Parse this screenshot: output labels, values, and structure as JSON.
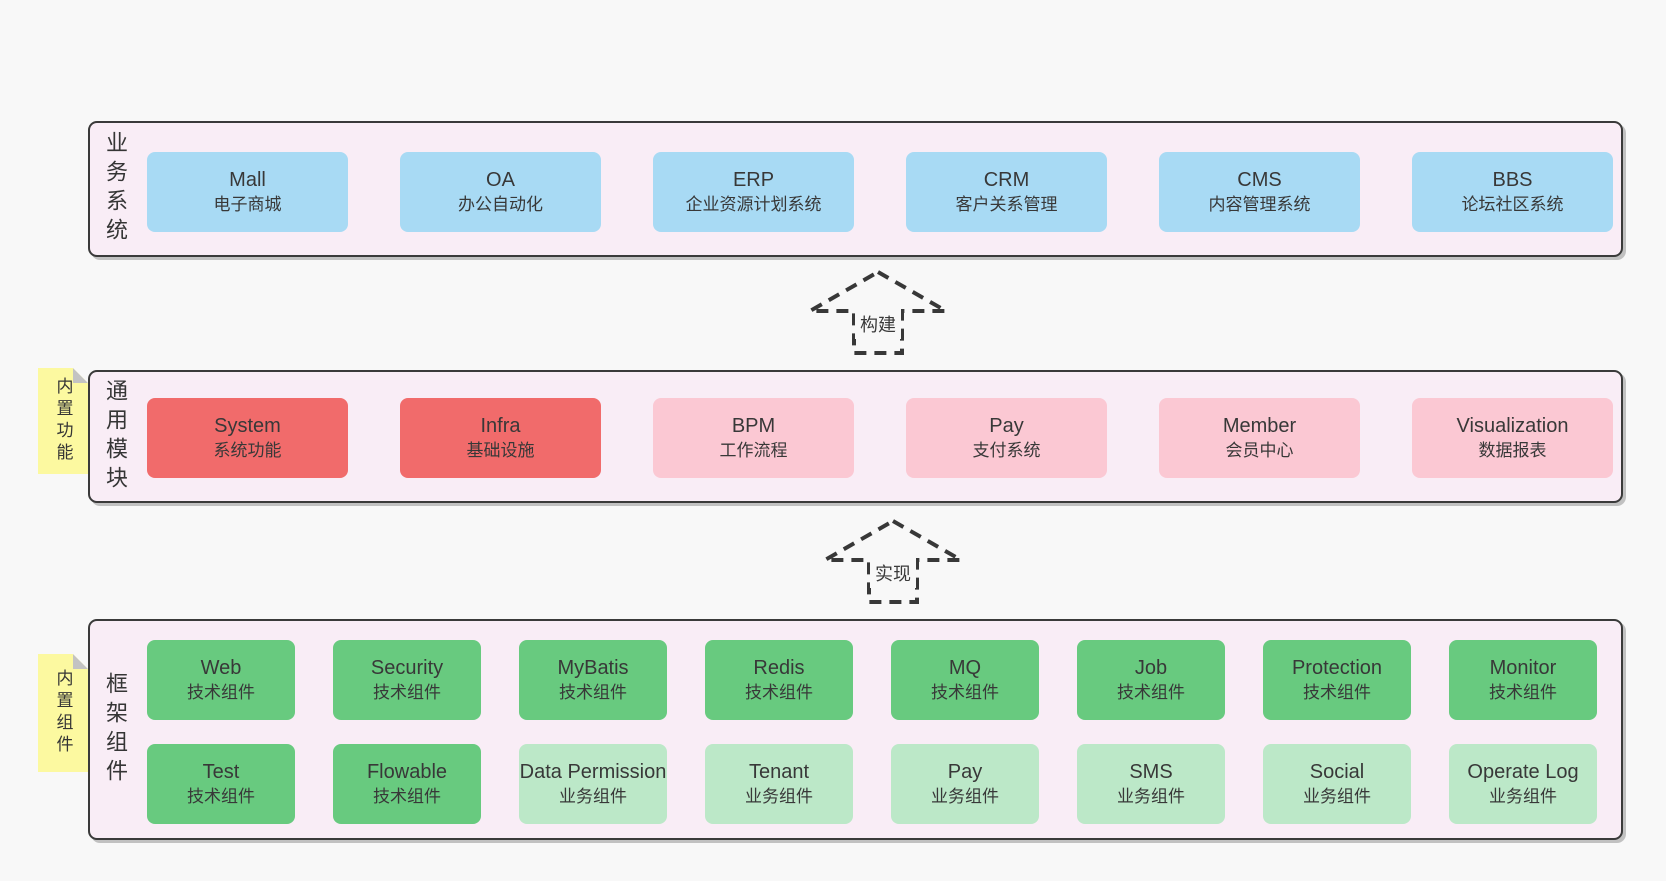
{
  "colors": {
    "blue": "#a8daf4",
    "red": "#f16b6b",
    "pink": "#fbc8d3",
    "green": "#68ca7f",
    "greenLight": "#bce8c8",
    "panelBg": "#f9edf6",
    "stickyYellow": "#fcf9a0",
    "pageBg": "#f8f8f8",
    "ink": "#383838"
  },
  "arrows": [
    {
      "label": "构建"
    },
    {
      "label": "实现"
    }
  ],
  "layers": [
    {
      "label": "业务系统",
      "rows": [
        [
          {
            "en": "Mall",
            "zh": "电子商城",
            "color": "blue"
          },
          {
            "en": "OA",
            "zh": "办公自动化",
            "color": "blue"
          },
          {
            "en": "ERP",
            "zh": "企业资源计划系统",
            "color": "blue"
          },
          {
            "en": "CRM",
            "zh": "客户关系管理",
            "color": "blue"
          },
          {
            "en": "CMS",
            "zh": "内容管理系统",
            "color": "blue"
          },
          {
            "en": "BBS",
            "zh": "论坛社区系统",
            "color": "blue"
          }
        ]
      ]
    },
    {
      "label": "通用模块",
      "tag": "内置功能",
      "rows": [
        [
          {
            "en": "System",
            "zh": "系统功能",
            "color": "red"
          },
          {
            "en": "Infra",
            "zh": "基础设施",
            "color": "red"
          },
          {
            "en": "BPM",
            "zh": "工作流程",
            "color": "pink"
          },
          {
            "en": "Pay",
            "zh": "支付系统",
            "color": "pink"
          },
          {
            "en": "Member",
            "zh": "会员中心",
            "color": "pink"
          },
          {
            "en": "Visualization",
            "zh": "数据报表",
            "color": "pink"
          }
        ]
      ]
    },
    {
      "label": "框架组件",
      "tag": "内置组件",
      "rows": [
        [
          {
            "en": "Web",
            "zh": "技术组件",
            "color": "green"
          },
          {
            "en": "Security",
            "zh": "技术组件",
            "color": "green"
          },
          {
            "en": "MyBatis",
            "zh": "技术组件",
            "color": "green"
          },
          {
            "en": "Redis",
            "zh": "技术组件",
            "color": "green"
          },
          {
            "en": "MQ",
            "zh": "技术组件",
            "color": "green"
          },
          {
            "en": "Job",
            "zh": "技术组件",
            "color": "green"
          },
          {
            "en": "Protection",
            "zh": "技术组件",
            "color": "green"
          },
          {
            "en": "Monitor",
            "zh": "技术组件",
            "color": "green"
          }
        ],
        [
          {
            "en": "Test",
            "zh": "技术组件",
            "color": "green"
          },
          {
            "en": "Flowable",
            "zh": "技术组件",
            "color": "green"
          },
          {
            "en": "Data Permission",
            "zh": "业务组件",
            "color": "greenLight"
          },
          {
            "en": "Tenant",
            "zh": "业务组件",
            "color": "greenLight"
          },
          {
            "en": "Pay",
            "zh": "业务组件",
            "color": "greenLight"
          },
          {
            "en": "SMS",
            "zh": "业务组件",
            "color": "greenLight"
          },
          {
            "en": "Social",
            "zh": "业务组件",
            "color": "greenLight"
          },
          {
            "en": "Operate Log",
            "zh": "业务组件",
            "color": "greenLight"
          }
        ]
      ]
    }
  ]
}
